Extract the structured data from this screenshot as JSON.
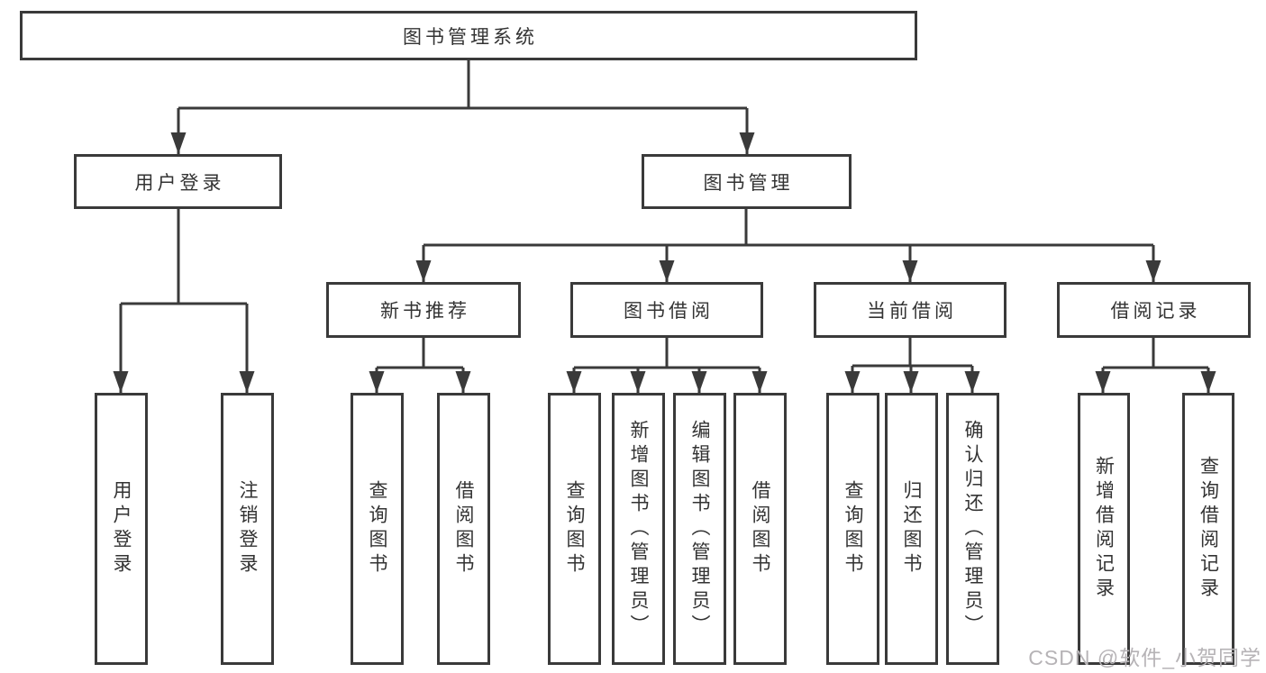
{
  "root": {
    "label": "图书管理系统"
  },
  "level2": {
    "user": {
      "label": "用户登录",
      "leaves": [
        "用户登录",
        "注销登录"
      ]
    },
    "mgmt": {
      "label": "图书管理"
    }
  },
  "sections": [
    {
      "label": "新书推荐",
      "leaves": [
        "查询图书",
        "借阅图书"
      ]
    },
    {
      "label": "图书借阅",
      "leaves": [
        "查询图书",
        "新增图书（管理员）",
        "编辑图书（管理员）",
        "借阅图书"
      ]
    },
    {
      "label": "当前借阅",
      "leaves": [
        "查询图书",
        "归还图书",
        "确认归还（管理员）"
      ]
    },
    {
      "label": "借阅记录",
      "leaves": [
        "新增借阅记录",
        "查询借阅记录"
      ]
    }
  ],
  "watermark": "CSDN @软件_小贺同学",
  "colors": {
    "line": "#3a3a3a",
    "text": "#333333",
    "watermark_text": "#b6b3b6",
    "background": "#ffffff"
  }
}
